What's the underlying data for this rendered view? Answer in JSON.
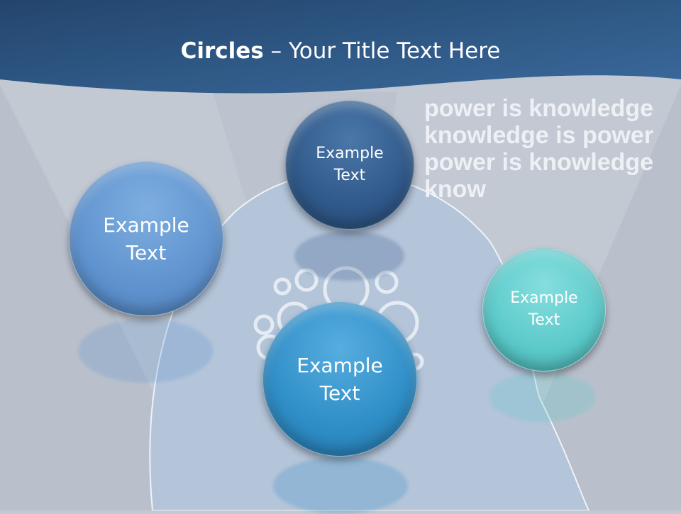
{
  "slide": {
    "title_bold": "Circles",
    "title_rest": " – Your Title Text Here",
    "background_text": "power is knowledge knowledge is power power is knowledge know"
  },
  "circles": [
    {
      "line1": "Example",
      "line2": "Text",
      "color": "#5f93cf"
    },
    {
      "line1": "Example",
      "line2": "Text",
      "color": "#30598a"
    },
    {
      "line1": "Example",
      "line2": "Text",
      "color": "#5ccaca"
    },
    {
      "line1": "Example",
      "line2": "Text",
      "color": "#2f8ec7"
    }
  ],
  "colors": {
    "header": "#2b5079",
    "background": "#c3c9d3"
  }
}
